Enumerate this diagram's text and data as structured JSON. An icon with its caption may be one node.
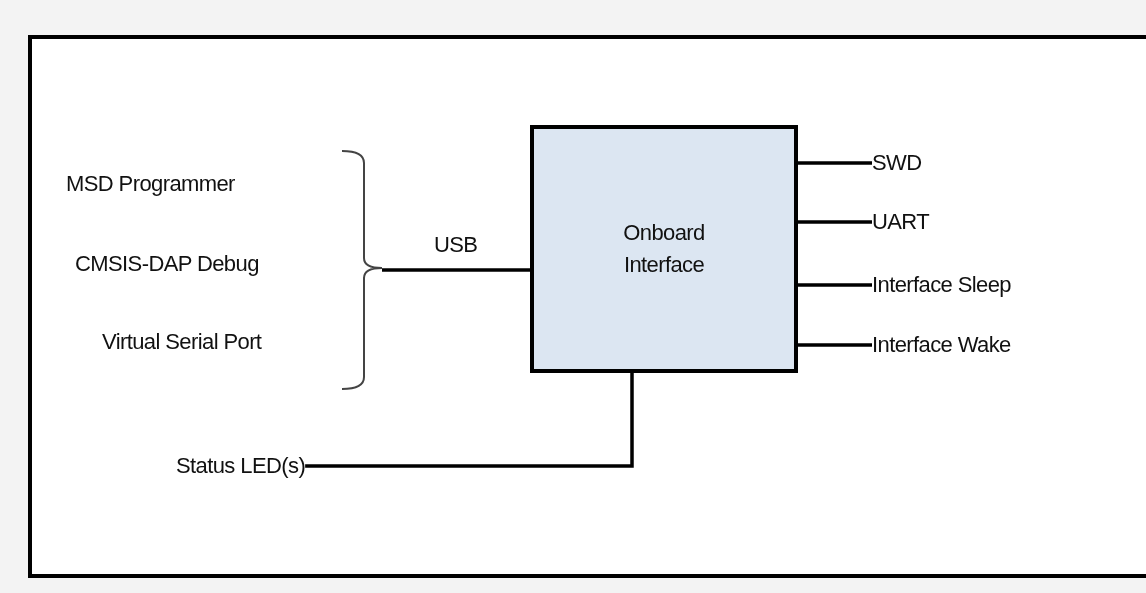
{
  "diagram": {
    "nodes": [
      {
        "text": [
          "MSD Programmer"
        ]
      },
      {
        "text": [
          "CMSIS-DAP Debug"
        ]
      },
      {
        "text": [
          "Virtual Serial Port"
        ]
      },
      {
        "text": [],
        "shape": "bracket"
      },
      {
        "text": [
          "Onboard Interface"
        ]
      },
      {
        "text": [
          "SWD"
        ]
      },
      {
        "text": [
          "UART"
        ]
      },
      {
        "text": [
          "Interface Sleep"
        ]
      },
      {
        "text": [
          "Interface Wake"
        ]
      },
      {
        "text": [
          "Status LED(s)"
        ]
      }
    ],
    "edges": [
      {
        "from": 3,
        "to": 4,
        "arrow": "none",
        "label": "USB"
      },
      {
        "from": 4,
        "to": 5,
        "arrow": "none"
      },
      {
        "from": 4,
        "to": 6,
        "arrow": "none"
      },
      {
        "from": 4,
        "to": 7,
        "arrow": "none"
      },
      {
        "from": 4,
        "to": 8,
        "arrow": "none"
      },
      {
        "from": 4,
        "to": 9,
        "arrow": "none"
      }
    ]
  }
}
